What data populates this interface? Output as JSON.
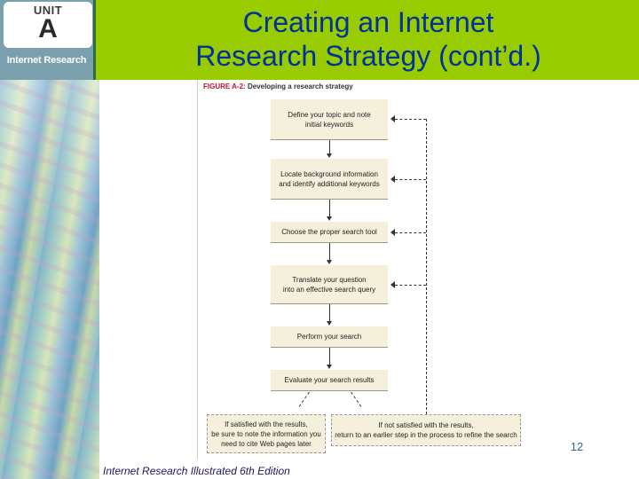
{
  "header": {
    "title_line1": "Creating an Internet",
    "title_line2": "Research Strategy (cont’d.)"
  },
  "badge": {
    "unit_label": "UNIT",
    "unit_letter": "A",
    "course": "Internet Research"
  },
  "figure": {
    "caption_label": "FIGURE A-2:",
    "caption_text": "Developing a research strategy",
    "steps": [
      {
        "line1": "Define your topic and note",
        "line2": "initial keywords"
      },
      {
        "line1": "Locate background information",
        "line2": "and identify additional keywords"
      },
      {
        "line1": "Choose the proper search tool",
        "line2": ""
      },
      {
        "line1": "Translate your question",
        "line2": "into an effective search query"
      },
      {
        "line1": "Perform your search",
        "line2": ""
      },
      {
        "line1": "Evaluate your search results",
        "line2": ""
      }
    ],
    "outcome_satisfied": {
      "line1": "If satisfied with the results,",
      "line2": "be sure to note the information you",
      "line3": "need to cite Web pages later"
    },
    "outcome_not_satisfied": {
      "line1": "If not satisfied with the results,",
      "line2": "return to an earlier step in the process to refine the search"
    }
  },
  "footer": {
    "page_number": "12",
    "edition": "Internet Research Illustrated 6th Edition"
  },
  "colors": {
    "header_green": "#99cc00",
    "title_blue": "#003399",
    "step_fill": "#f5f0dc",
    "caption_red": "#c8102e"
  }
}
